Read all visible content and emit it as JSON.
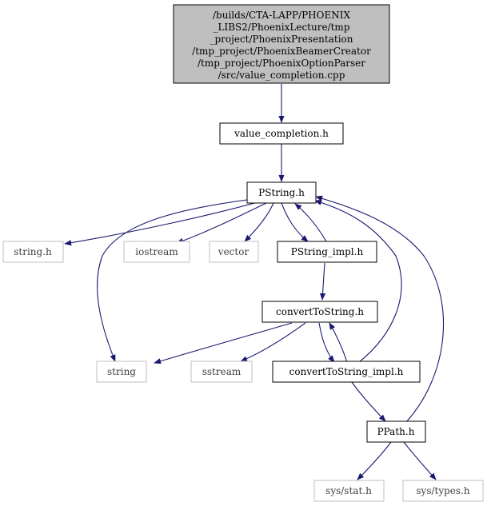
{
  "diagram": {
    "colors": {
      "edge": "#191970",
      "root_fill": "#bfbfbf",
      "node_border": "#000000",
      "external_border": "#bfbfbf",
      "external_text": "#3f3f3f",
      "text": "#000000"
    },
    "nodes": {
      "root": {
        "lines": [
          "/builds/CTA-LAPP/PHOENIX",
          "_LIBS2/PhoenixLecture/tmp",
          "_project/PhoenixPresentation",
          "/tmp_project/PhoenixBeamerCreator",
          "/tmp_project/PhoenixOptionParser",
          "/src/value_completion.cpp"
        ]
      },
      "value_completion_h": "value_completion.h",
      "pstring_h": "PString.h",
      "string_h": "string.h",
      "iostream": "iostream",
      "vector": "vector",
      "pstring_impl_h": "PString_impl.h",
      "converttostring_h": "convertToString.h",
      "string": "string",
      "sstream": "sstream",
      "converttostring_impl_h": "convertToString_impl.h",
      "ppath_h": "PPath.h",
      "sys_stat_h": "sys/stat.h",
      "sys_types_h": "sys/types.h"
    },
    "edges": [
      [
        "root",
        "value_completion_h"
      ],
      [
        "value_completion_h",
        "pstring_h"
      ],
      [
        "pstring_h",
        "string_h"
      ],
      [
        "pstring_h",
        "iostream"
      ],
      [
        "pstring_h",
        "vector"
      ],
      [
        "pstring_h",
        "pstring_impl_h"
      ],
      [
        "pstring_h",
        "string"
      ],
      [
        "pstring_impl_h",
        "pstring_h"
      ],
      [
        "pstring_impl_h",
        "converttostring_h"
      ],
      [
        "converttostring_h",
        "string"
      ],
      [
        "converttostring_h",
        "sstream"
      ],
      [
        "converttostring_h",
        "converttostring_impl_h"
      ],
      [
        "converttostring_impl_h",
        "converttostring_h"
      ],
      [
        "converttostring_impl_h",
        "pstring_h"
      ],
      [
        "converttostring_impl_h",
        "ppath_h"
      ],
      [
        "ppath_h",
        "pstring_h"
      ],
      [
        "ppath_h",
        "sys_stat_h"
      ],
      [
        "ppath_h",
        "sys_types_h"
      ]
    ]
  }
}
